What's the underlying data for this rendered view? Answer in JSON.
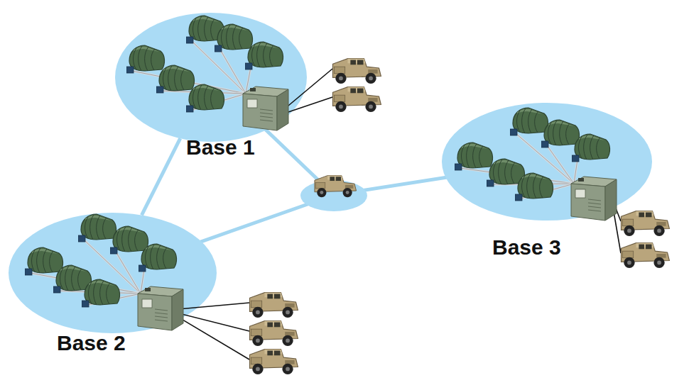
{
  "diagram": {
    "nodes": [
      {
        "text": [
          "Base 1"
        ]
      },
      {
        "text": [
          "Base 2"
        ]
      },
      {
        "text": [
          "Base 3"
        ]
      }
    ],
    "edges": [
      {
        "from": 0,
        "to": 1,
        "arrow": "none"
      }
    ]
  }
}
